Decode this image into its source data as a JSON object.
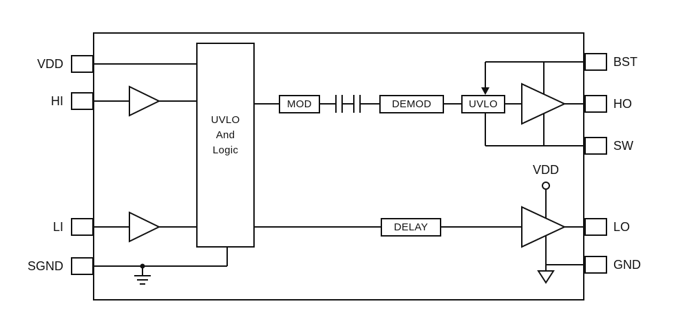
{
  "diagram": {
    "pins": {
      "left": [
        {
          "name": "VDD"
        },
        {
          "name": "HI"
        },
        {
          "name": "LI"
        },
        {
          "name": "SGND"
        }
      ],
      "right": [
        {
          "name": "BST"
        },
        {
          "name": "HO"
        },
        {
          "name": "SW"
        },
        {
          "name": "LO"
        },
        {
          "name": "GND"
        }
      ]
    },
    "blocks": {
      "logic": {
        "lines": [
          "UVLO",
          "And",
          "Logic"
        ]
      },
      "mod": {
        "label": "MOD"
      },
      "demod": {
        "label": "DEMOD"
      },
      "uvlo": {
        "label": "UVLO"
      },
      "delay": {
        "label": "DELAY"
      }
    },
    "internal_labels": {
      "vdd_supply": "VDD"
    },
    "colors": {
      "line": "#111111",
      "background": "#ffffff",
      "block_fill": "#ffffff"
    }
  }
}
